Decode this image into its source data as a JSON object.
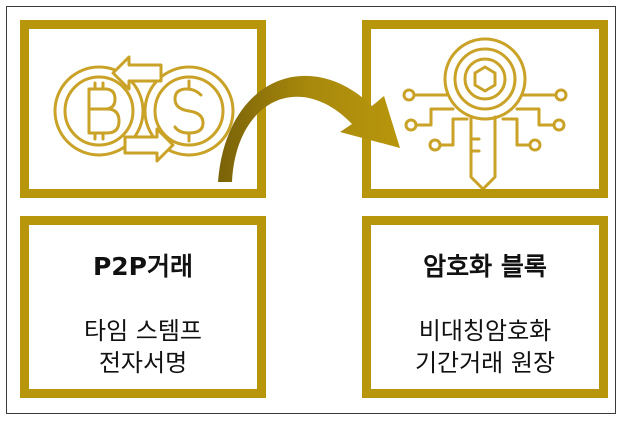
{
  "colors": {
    "accent": "#b8960c",
    "arrow": "#9c7f0a",
    "frame": "#3a3a3a"
  },
  "nodes": [
    {
      "id": "p2p",
      "title": "P2P거래",
      "lines": [
        "타임 스템프",
        "전자서명"
      ]
    },
    {
      "id": "crypto",
      "title": "암호화 블록",
      "lines": [
        "비대칭암호화",
        "기간거래 원장"
      ]
    }
  ],
  "icons": {
    "left": "bitcoin-dollar-exchange-icon",
    "right": "crypto-key-circuit-icon"
  },
  "edges": [
    {
      "from": "p2p",
      "to": "crypto"
    }
  ]
}
